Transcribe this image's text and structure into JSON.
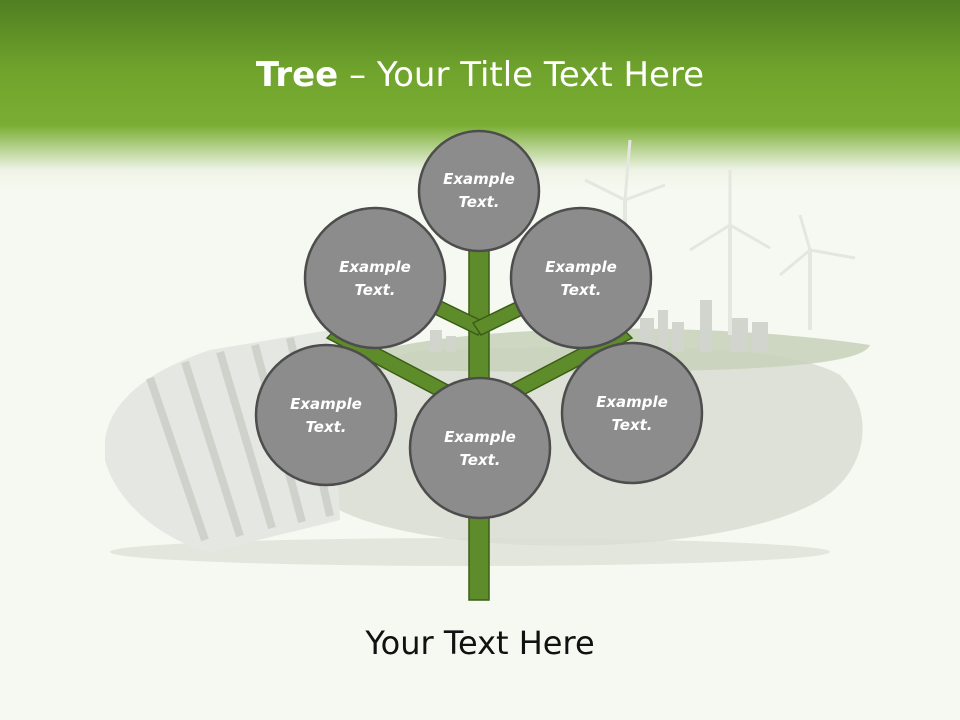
{
  "header": {
    "title_bold": "Tree",
    "title_rest": " – Your Title Text Here"
  },
  "diagram": {
    "nodes": [
      {
        "label_line1": "Example",
        "label_line2": "Text."
      },
      {
        "label_line1": "Example",
        "label_line2": "Text."
      },
      {
        "label_line1": "Example",
        "label_line2": "Text."
      },
      {
        "label_line1": "Example",
        "label_line2": "Text."
      },
      {
        "label_line1": "Example",
        "label_line2": "Text."
      },
      {
        "label_line1": "Example",
        "label_line2": "Text."
      }
    ],
    "colors": {
      "node_fill": "#8c8c8c",
      "node_stroke": "#4d4d4d",
      "trunk_fill": "#5f8c2a",
      "trunk_stroke": "#3b5e16"
    }
  },
  "footer": {
    "text": "Your Text Here"
  }
}
